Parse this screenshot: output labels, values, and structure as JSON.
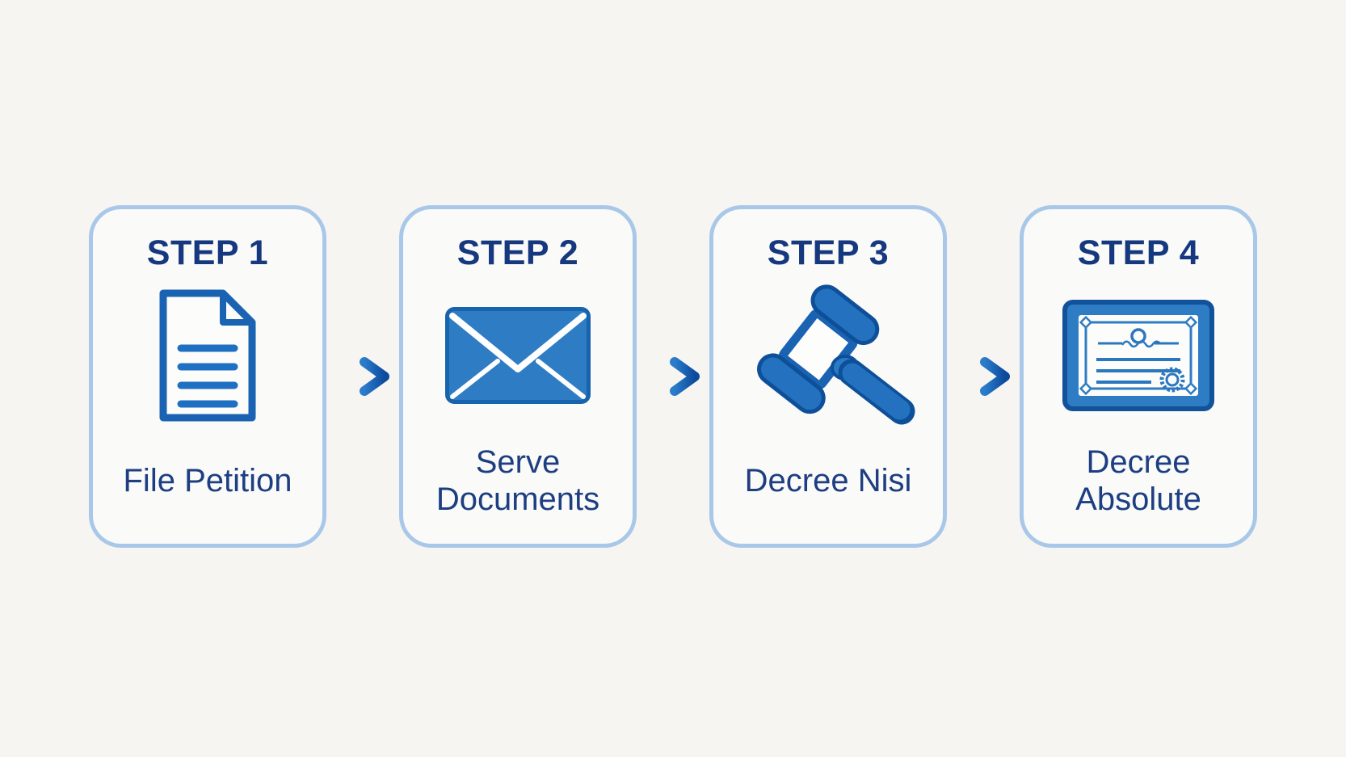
{
  "diagram": {
    "type": "process-flow",
    "steps": [
      {
        "step": "STEP 1",
        "label": "File Petition",
        "icon": "document-icon"
      },
      {
        "step": "STEP 2",
        "label": "Serve Documents",
        "icon": "envelope-icon"
      },
      {
        "step": "STEP 3",
        "label": "Decree Nisi",
        "icon": "gavel-icon"
      },
      {
        "step": "STEP 4",
        "label": "Decree Absolute",
        "icon": "certificate-icon"
      }
    ],
    "connector_icon": "arrow-right-icon",
    "colors": {
      "background": "#f6f5f2",
      "card_background": "#fafaf8",
      "card_border": "#a9c8e9",
      "heading_text": "#16387f",
      "label_text": "#1d3e82",
      "icon_fill_blue": "#2e7cc4",
      "icon_outline_blue": "#1a63b3",
      "icon_dark_edge": "#0e4f99",
      "arrow_gradient_start": "#2b7ccb",
      "arrow_gradient_end": "#0c4a9c"
    }
  }
}
